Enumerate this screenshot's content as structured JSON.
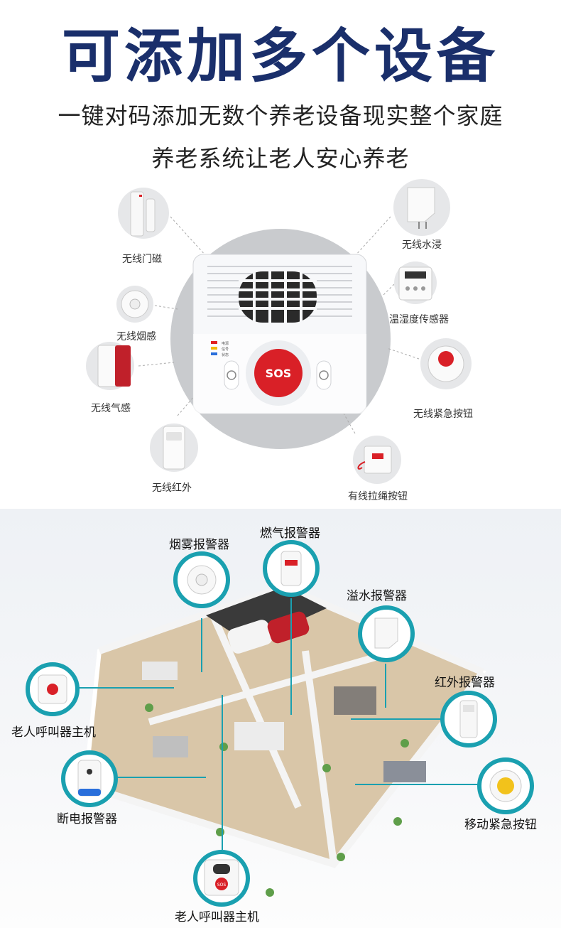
{
  "header": {
    "title": "可添加多个设备",
    "subtitle_1": "一键对码添加无数个养老设备现实整个家庭",
    "subtitle_2": "养老系统让老人安心养老"
  },
  "hub": {
    "sos_label": "SOS",
    "indicators": [
      "电源",
      "信号",
      "状态"
    ]
  },
  "devices": [
    {
      "label": "无线门磁",
      "icon": "door-sensor-icon"
    },
    {
      "label": "无线烟感",
      "icon": "smoke-detector-icon"
    },
    {
      "label": "无线气感",
      "icon": "gas-sensor-icon"
    },
    {
      "label": "无线红外",
      "icon": "infrared-sensor-icon"
    },
    {
      "label": "无线水浸",
      "icon": "water-leak-sensor-icon"
    },
    {
      "label": "温湿度传感器",
      "icon": "thermo-hygrometer-icon"
    },
    {
      "label": "无线紧急按钮",
      "icon": "emergency-button-icon"
    },
    {
      "label": "有线拉绳按钮",
      "icon": "pull-cord-button-icon"
    }
  ],
  "house": {
    "callouts": [
      {
        "label": "烟雾报警器",
        "icon": "smoke-alarm-icon"
      },
      {
        "label": "燃气报警器",
        "icon": "gas-alarm-icon"
      },
      {
        "label": "溢水报警器",
        "icon": "overflow-alarm-icon"
      },
      {
        "label": "红外报警器",
        "icon": "infrared-alarm-icon"
      },
      {
        "label": "老人呼叫器主机",
        "icon": "elder-caller-host-icon"
      },
      {
        "label": "断电报警器",
        "icon": "power-failure-alarm-icon"
      },
      {
        "label": "移动紧急按钮",
        "icon": "mobile-emergency-button-icon"
      },
      {
        "label": "老人呼叫器主机",
        "icon": "elder-caller-host-icon"
      }
    ],
    "host_sos_label": "SOS"
  },
  "colors": {
    "title": "#1a2f6b",
    "accent_teal": "#1aa0b0",
    "sos_red": "#d92027"
  }
}
